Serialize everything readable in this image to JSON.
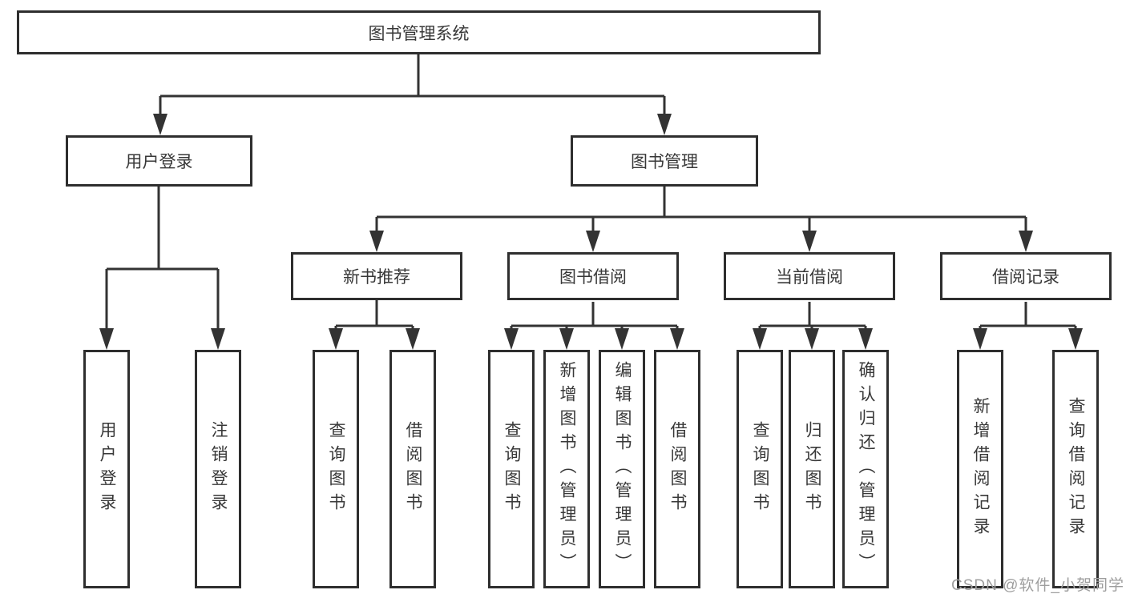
{
  "diagram": {
    "root": {
      "label": "图书管理系统"
    },
    "branches": [
      {
        "label": "用户登录",
        "children": [
          {
            "label": "用户登录"
          },
          {
            "label": "注销登录"
          }
        ]
      },
      {
        "label": "图书管理",
        "children": [
          {
            "label": "新书推荐",
            "children": [
              {
                "label": "查询图书"
              },
              {
                "label": "借阅图书"
              }
            ]
          },
          {
            "label": "图书借阅",
            "children": [
              {
                "label": "查询图书"
              },
              {
                "label": "新增图书（管理员）"
              },
              {
                "label": "编辑图书（管理员）"
              },
              {
                "label": "借阅图书"
              }
            ]
          },
          {
            "label": "当前借阅",
            "children": [
              {
                "label": "查询图书"
              },
              {
                "label": "归还图书"
              },
              {
                "label": "确认归还（管理员）"
              }
            ]
          },
          {
            "label": "借阅记录",
            "children": [
              {
                "label": "新增借阅记录"
              },
              {
                "label": "查询借阅记录"
              }
            ]
          }
        ]
      }
    ]
  },
  "watermark": {
    "text": "CSDN @软件_小贺同学"
  },
  "colors": {
    "line": "#333333",
    "border": "#2e2e2e",
    "text": "#383838",
    "background": "#ffffff",
    "watermark": "#9e9e9e"
  }
}
